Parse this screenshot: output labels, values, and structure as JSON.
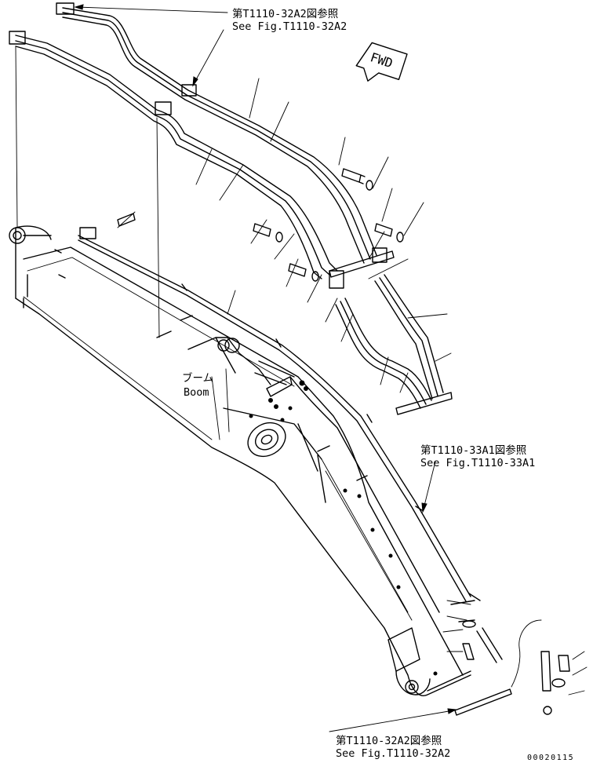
{
  "references": {
    "top": {
      "jp": "第T1110-32A2図参照",
      "en": "See Fig.T1110-32A2"
    },
    "middle": {
      "jp": "第T1110-33A1図参照",
      "en": "See Fig.T1110-33A1"
    },
    "bottom": {
      "jp": "第T1110-32A2図参照",
      "en": "See Fig.T1110-32A2"
    }
  },
  "boom_label": {
    "jp": "ブーム",
    "en": "Boom"
  },
  "direction_label": "FWD",
  "drawing_number": "00020115",
  "colors": {
    "line": "#000000",
    "background": "#ffffff"
  }
}
